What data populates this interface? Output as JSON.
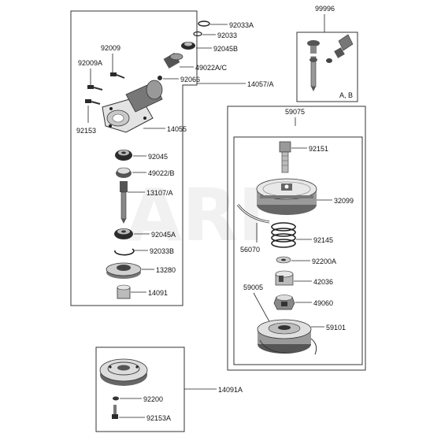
{
  "watermark": "ARI",
  "labels": {
    "l92033A": "92033A",
    "l92033": "92033",
    "l92045B": "92045B",
    "l92009": "92009",
    "l92009A": "92009A",
    "l49022AC": "49022A/C",
    "l92066": "92066",
    "l14057A": "14057/A",
    "l92153": "92153",
    "l14055": "14055",
    "l92045": "92045",
    "l49022B": "49022/B",
    "l13107A": "13107/A",
    "l92045A": "92045A",
    "l92033B": "92033B",
    "l13280": "13280",
    "l14091": "14091",
    "l99996": "99996",
    "lAB": "A, B",
    "l59075": "59075",
    "l92151": "92151",
    "l32099": "32099",
    "l56070": "56070",
    "l92145": "92145",
    "l92200A": "92200A",
    "l59005": "59005",
    "l42036": "42036",
    "l49060": "49060",
    "l59101": "59101",
    "l14091A": "14091A",
    "l92200": "92200",
    "l92153A": "92153A"
  }
}
